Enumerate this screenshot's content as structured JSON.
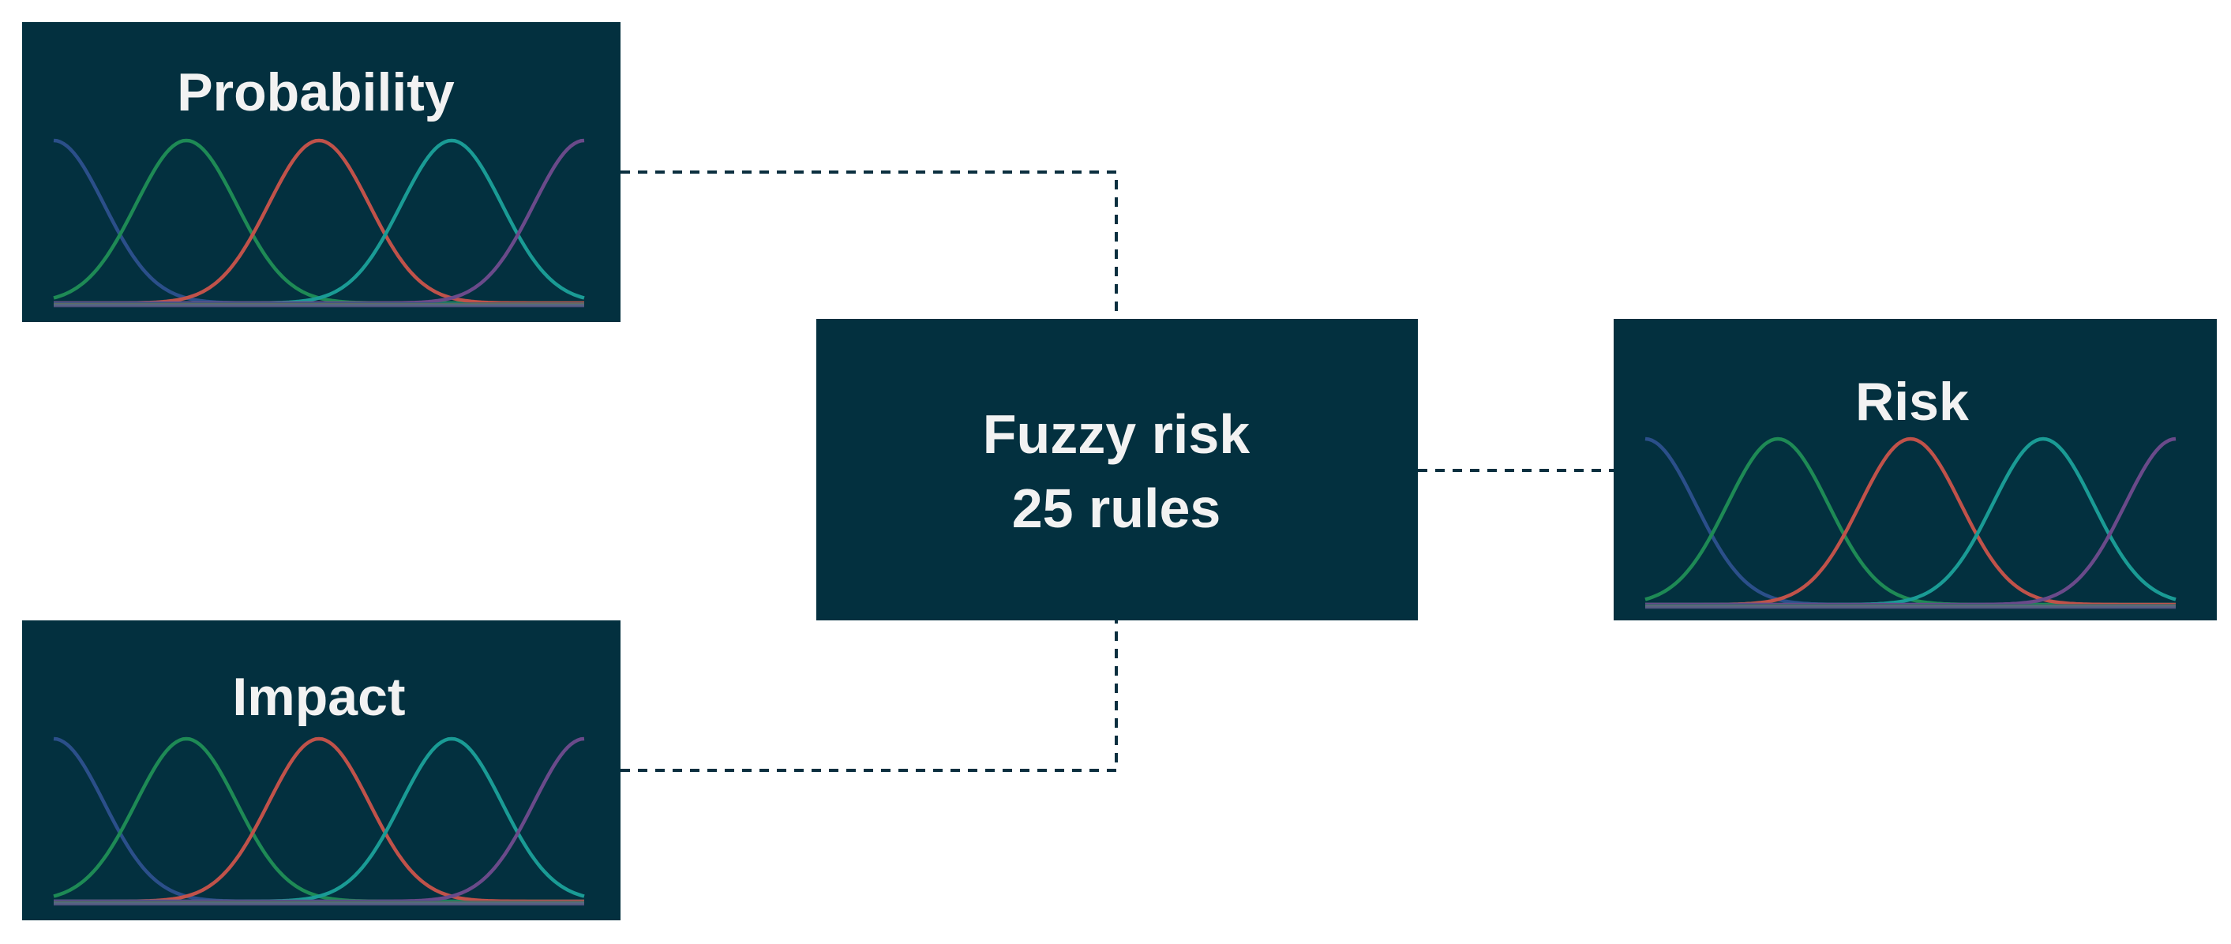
{
  "diagram": {
    "nodes": {
      "probability": {
        "label": "Probability"
      },
      "impact": {
        "label": "Impact"
      },
      "fuzzy": {
        "line1": "Fuzzy risk",
        "line2": "25 rules"
      },
      "risk": {
        "label": "Risk"
      }
    },
    "edges": [
      {
        "from": "probability",
        "to": "fuzzy"
      },
      {
        "from": "impact",
        "to": "fuzzy"
      },
      {
        "from": "fuzzy",
        "to": "risk"
      }
    ]
  },
  "colors": {
    "node_fill": "#03303f",
    "node_text": "#f2f2f2",
    "connector": "#0b2f3f",
    "membership_functions": [
      "#2b4f8a",
      "#1e8a55",
      "#c0524a",
      "#1a9b95",
      "#6a4a8a"
    ]
  }
}
